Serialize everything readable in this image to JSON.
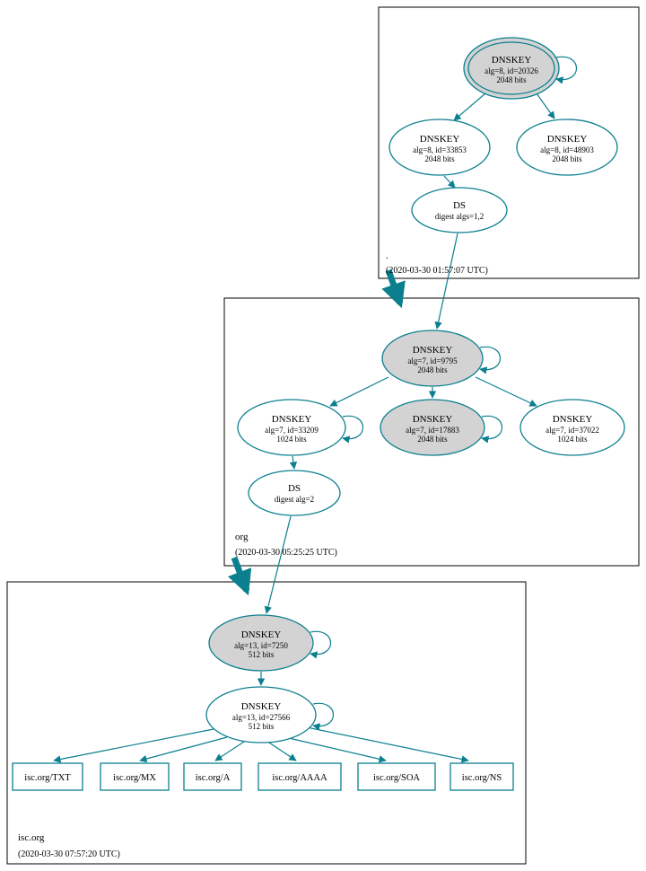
{
  "colors": {
    "edge_teal": "#0c7f8f",
    "ksk_fill": "#d3d3d3",
    "node_fill": "#ffffff",
    "zone_border": "#000000",
    "background": "#ffffff"
  },
  "diagram": {
    "zones": [
      {
        "label": ".",
        "timestamp": "(2020-03-30 01:57:07 UTC)",
        "ksk": {
          "line1": "DNSKEY",
          "line2": "alg=8, id=20326",
          "line3": "2048 bits"
        },
        "zsk1": {
          "line1": "DNSKEY",
          "line2": "alg=8, id=33853",
          "line3": "2048 bits"
        },
        "zsk2": {
          "line1": "DNSKEY",
          "line2": "alg=8, id=48903",
          "line3": "2048 bits"
        },
        "ds": {
          "line1": "DS",
          "line2": "digest algs=1,2"
        }
      },
      {
        "label": "org",
        "timestamp": "(2020-03-30 05:25:25 UTC)",
        "ksk": {
          "line1": "DNSKEY",
          "line2": "alg=7, id=9795",
          "line3": "2048 bits"
        },
        "key1": {
          "line1": "DNSKEY",
          "line2": "alg=7, id=33209",
          "line3": "1024 bits"
        },
        "key2": {
          "line1": "DNSKEY",
          "line2": "alg=7, id=17883",
          "line3": "2048 bits"
        },
        "key3": {
          "line1": "DNSKEY",
          "line2": "alg=7, id=37022",
          "line3": "1024 bits"
        },
        "ds": {
          "line1": "DS",
          "line2": "digest alg=2"
        }
      },
      {
        "label": "isc.org",
        "timestamp": "(2020-03-30 07:57:20 UTC)",
        "ksk": {
          "line1": "DNSKEY",
          "line2": "alg=13, id=7250",
          "line3": "512 bits"
        },
        "zsk": {
          "line1": "DNSKEY",
          "line2": "alg=13, id=27566",
          "line3": "512 bits"
        },
        "records": [
          "isc.org/TXT",
          "isc.org/MX",
          "isc.org/A",
          "isc.org/AAAA",
          "isc.org/SOA",
          "isc.org/NS"
        ]
      }
    ]
  }
}
